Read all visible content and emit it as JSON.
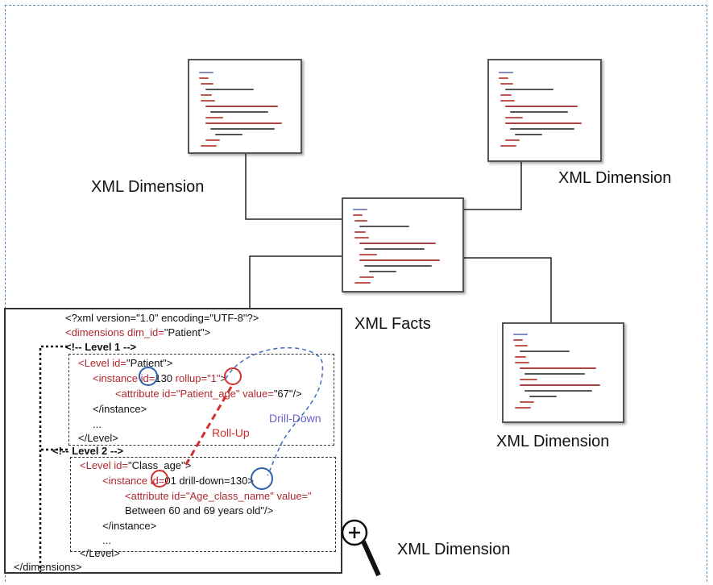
{
  "labels": {
    "dim_top_left": "XML Dimension",
    "dim_top_right": "XML Dimension",
    "facts": "XML Facts",
    "dim_bottom_right": "XML Dimension",
    "dim_zoomed": "XML Dimension"
  },
  "code": {
    "line1": "<?xml version=\"1.0\" encoding=\"UTF-8\"?>",
    "line2_tag": "<dimensions dim_id=",
    "line2_val": "\"Patient\">",
    "line3": "<!-- Level 1 -->",
    "line4_a": "<Level id=",
    "line4_b": "\"Patient\">",
    "line5_a": "<instance id=",
    "line5_b": "130",
    "line5_c": "rollup=",
    "line5_d": "\"1\"",
    "line5_e": ">",
    "line6_a": "<attribute id=",
    "line6_b": "\"Patient_age\"",
    "line6_c": " value=",
    "line6_d": "\"67\"/>",
    "line7": "</instance>",
    "line8": "...",
    "line9": "</Level>",
    "line10": "<!-- Level 2 -->",
    "line11_a": "<Level id=",
    "line11_b": "\"Class_age\">",
    "line12_a": "<instance id=",
    "line12_b": "01",
    "line12_c": " drill-down=",
    "line12_d": "130",
    "line12_e": ">",
    "line13_a": "<attribute id=",
    "line13_b": "\"Age_class_name\"",
    "line13_c": " value=\"",
    "line14": "Between 60 and 69 years old\"/>",
    "line15": "</instance>",
    "line16": "...",
    "line17": "</Level>",
    "line18": "</dimensions>"
  },
  "annotations": {
    "rollup": "Roll-Up",
    "drilldown": "Drill-Down"
  },
  "icons": {
    "zoom": "magnifier-plus-icon"
  }
}
